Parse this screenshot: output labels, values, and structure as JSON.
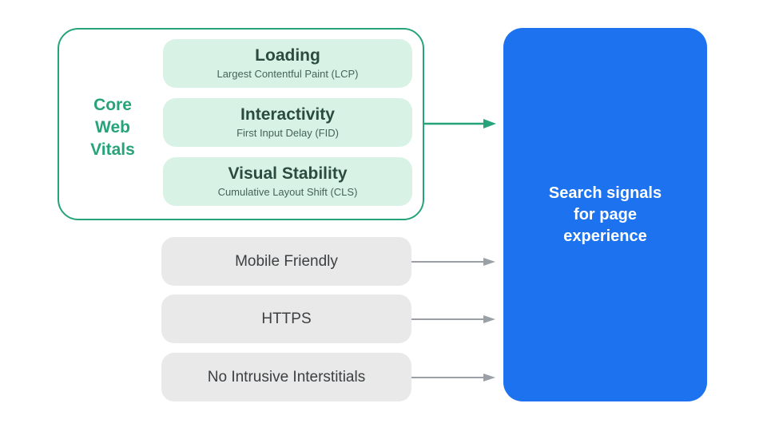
{
  "colors": {
    "green": "#26A37A",
    "mint": "#D8F3E5",
    "pill_title": "#2B4B41",
    "pill_subtitle": "#46635A",
    "gray_fill": "#E9E9E9",
    "gray_text": "#3C4043",
    "arrow_gray": "#9AA0A6",
    "blue": "#1C72EF",
    "white": "#FFFFFF"
  },
  "vitals": {
    "title": "Core\nWeb\nVitals",
    "items": [
      {
        "title": "Loading",
        "subtitle": "Largest Contentful Paint (LCP)"
      },
      {
        "title": "Interactivity",
        "subtitle": "First Input Delay (FID)"
      },
      {
        "title": "Visual Stability",
        "subtitle": "Cumulative Layout Shift (CLS)"
      }
    ]
  },
  "other_signals": [
    {
      "label": "Mobile Friendly"
    },
    {
      "label": "HTTPS"
    },
    {
      "label": "No Intrusive Interstitials"
    }
  ],
  "result": {
    "label": "Search signals\nfor page\nexperience"
  }
}
